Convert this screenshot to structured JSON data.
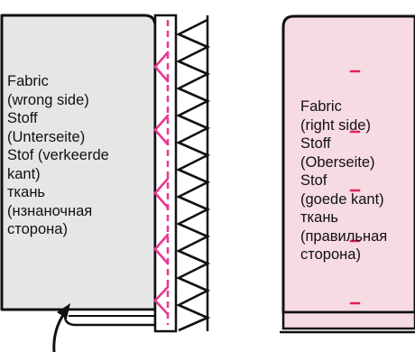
{
  "colors": {
    "outline": "#111111",
    "left_fabric": "#e6e6e6",
    "right_fabric": "#f7dbe3",
    "stitch_magenta": "#e8378f",
    "mark_red": "#e0205a"
  },
  "icons": {
    "pointer": "arrow-icon"
  },
  "left_panel": {
    "label_lines": [
      "Fabric",
      "(wrong side)",
      "Stoff",
      "(Unterseite)",
      "Stof (verkeerde",
      "kant)",
      "ткань",
      "(нзнаночная",
      "сторона)"
    ]
  },
  "right_panel": {
    "label_lines": [
      "Fabric",
      "(right side)",
      "Stoff",
      "(Oberseite)",
      "Stof",
      "(goede kant)",
      "ткань",
      "(правильная",
      "сторона)"
    ]
  }
}
